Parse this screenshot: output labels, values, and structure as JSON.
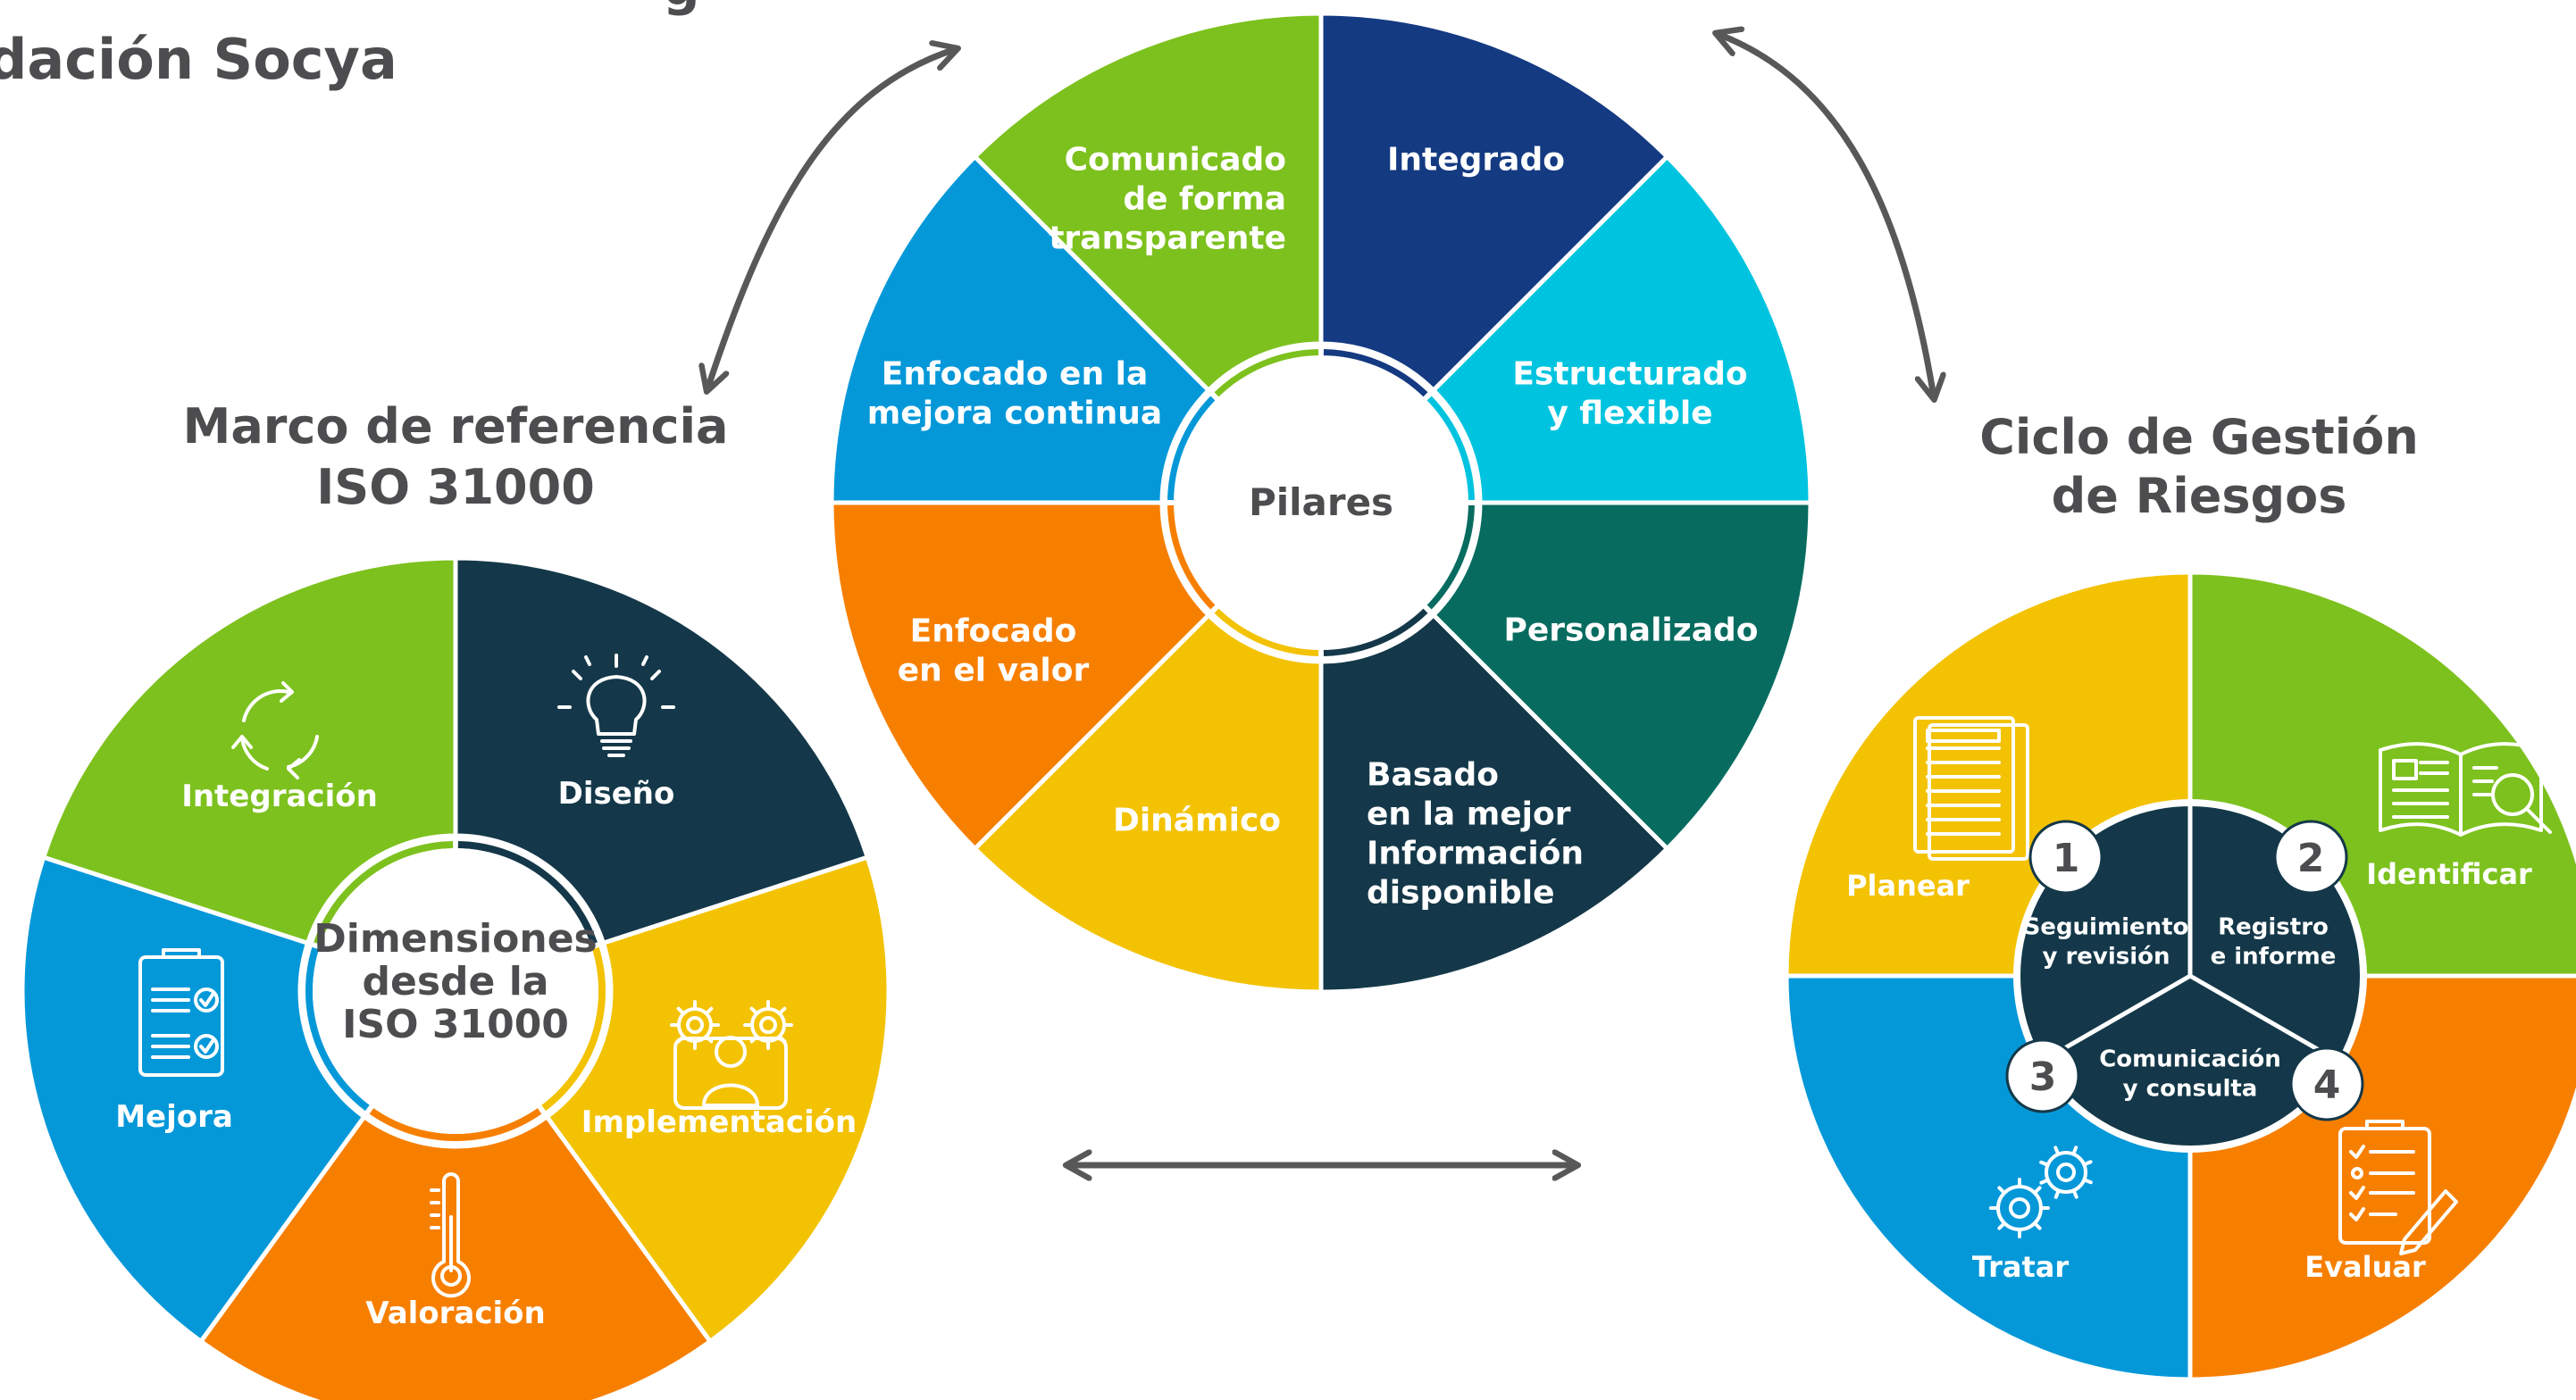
{
  "header": {
    "line1": "g",
    "line2": "dación Socya"
  },
  "colors": {
    "green": "#7dc11e",
    "navy": "#143a82",
    "cyan": "#00c4df",
    "teal": "#076c5f",
    "darkslate": "#143849",
    "yellow": "#f3c202",
    "orange": "#f77f00",
    "blue": "#0598d9",
    "text_gray": "#4d4d4f",
    "arrow_gray": "#585858"
  },
  "left_wheel": {
    "title_line1": "Marco de referencia",
    "title_line2": "ISO 31000",
    "center_line1": "Dimensiones",
    "center_line2": "desde la",
    "center_line3": "ISO 31000",
    "segments": [
      {
        "label": "Diseño",
        "color": "#143849",
        "icon": "lightbulb-icon"
      },
      {
        "label": "Implementación",
        "color": "#f3c202",
        "icon": "people-gears-icon"
      },
      {
        "label": "Valoración",
        "color": "#f77f00",
        "icon": "thermometer-icon"
      },
      {
        "label": "Mejora",
        "color": "#0598d9",
        "icon": "checklist-icon"
      },
      {
        "label": "Integración",
        "color": "#7dc11e",
        "icon": "cycle-arrows-icon"
      }
    ]
  },
  "center_wheel": {
    "center_label": "Pilares",
    "segments": [
      {
        "lines": [
          "Integrado"
        ],
        "color": "#143a82"
      },
      {
        "lines": [
          "Estructurado",
          "y flexible"
        ],
        "color": "#00c4df"
      },
      {
        "lines": [
          "Personalizado"
        ],
        "color": "#076c5f"
      },
      {
        "lines": [
          "Basado",
          "en la mejor",
          "Información",
          "disponible"
        ],
        "color": "#143849"
      },
      {
        "lines": [
          "Dinámico"
        ],
        "color": "#f3c202"
      },
      {
        "lines": [
          "Enfocado",
          "en el valor"
        ],
        "color": "#f77f00"
      },
      {
        "lines": [
          "Enfocado en la",
          "mejora continua"
        ],
        "color": "#0598d9"
      },
      {
        "lines": [
          "Comunicado",
          "de forma",
          "transparente"
        ],
        "color": "#7dc11e"
      }
    ]
  },
  "right_wheel": {
    "title_line1": "Ciclo de Gestión",
    "title_line2": "de Riesgos",
    "quadrants": [
      {
        "label": "Identificar",
        "color": "#7dc11e",
        "icon": "book-search-icon"
      },
      {
        "label": "Evaluar",
        "color": "#f77f00",
        "icon": "checklist-pencil-icon"
      },
      {
        "label": "Tratar",
        "color": "#0598d9",
        "icon": "gears-icon"
      },
      {
        "label": "Planear",
        "color": "#f3c202",
        "icon": "documents-icon"
      }
    ],
    "inner": [
      {
        "lines": [
          "Seguimiento",
          "y revisión"
        ]
      },
      {
        "lines": [
          "Registro",
          "e informe"
        ]
      },
      {
        "lines": [
          "Comunicación",
          "y consulta"
        ]
      }
    ],
    "steps": [
      "1",
      "2",
      "3",
      "4"
    ]
  }
}
